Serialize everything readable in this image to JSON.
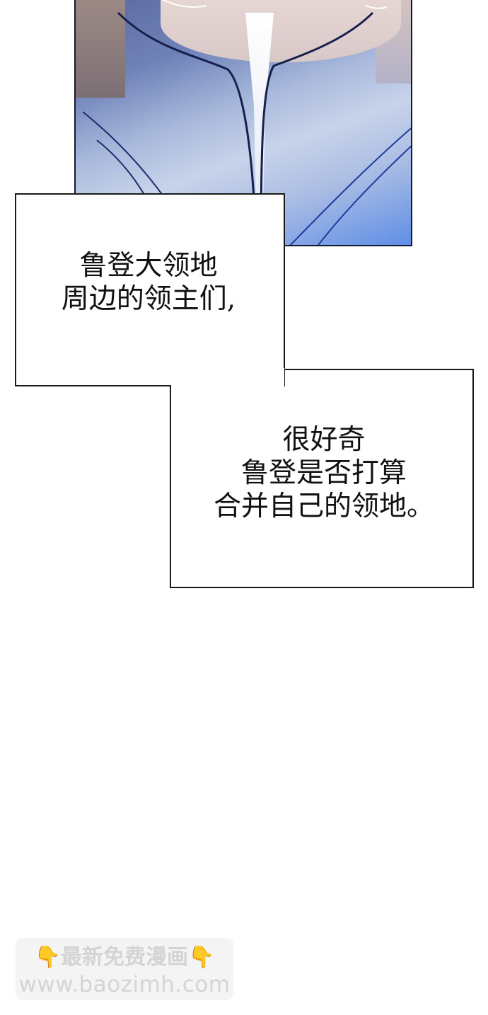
{
  "panel": {
    "description": "Close-up illustration of a character's neck and collar in a blue-white shirt",
    "colors": {
      "border": "#161a2e",
      "shirt_dark": "#5b6aa0",
      "shirt_light": "#c8d3ea",
      "shirt_accent": "#5f8ee6",
      "skin": "#e8d9d6"
    }
  },
  "captions": [
    {
      "lines": [
        "鲁登大领地",
        "周边的领主们,"
      ]
    },
    {
      "lines": [
        "很好奇",
        "鲁登是否打算",
        "合并自己的领地。"
      ]
    }
  ],
  "watermark": {
    "icon_left": "pointing-down-hand-icon",
    "icon_right": "pointing-down-hand-icon",
    "hand_glyph": "👇",
    "title": "最新免费漫画",
    "url": "www.baozimh.com"
  }
}
